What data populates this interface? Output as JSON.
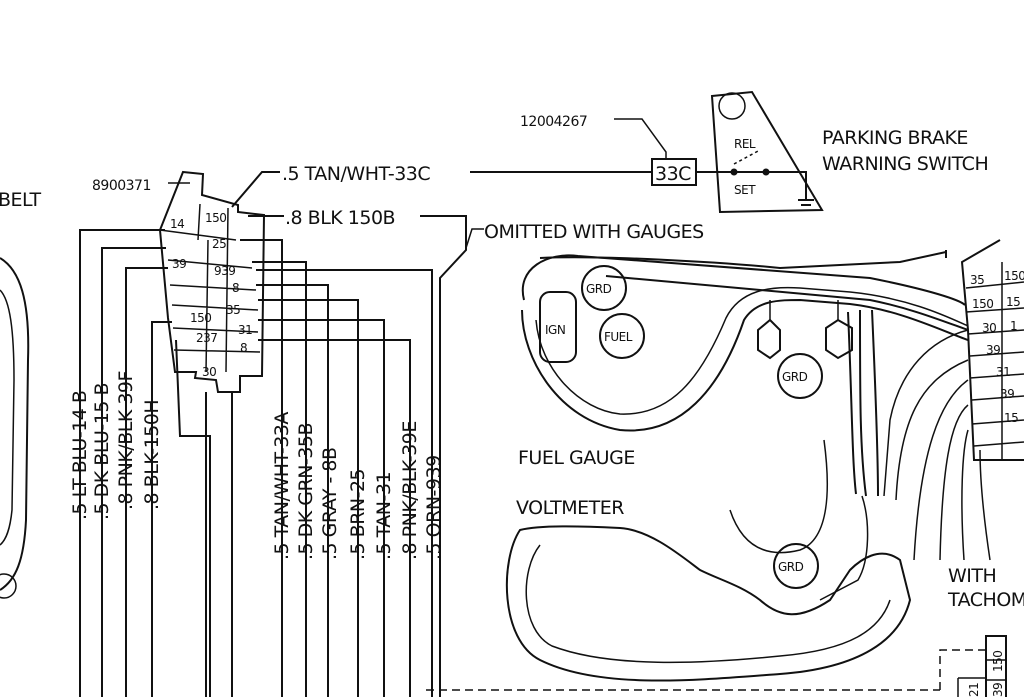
{
  "top_left_text": "BELT",
  "connector_part": "8900371",
  "switch_part": "12004267",
  "switch_title_line1": "PARKING BRAKE",
  "switch_title_line2": "WARNING SWITCH",
  "switch_rel": "REL",
  "switch_set": "SET",
  "terminal_33c": "33C",
  "wire_tan_wht_33c": ".5 TAN/WHT-33C",
  "wire_blk_150b": ".8 BLK 150B",
  "omitted_note": "OMITTED WITH GAUGES",
  "connector_cells": [
    "14",
    "150",
    "39",
    "25",
    "939",
    "8",
    "35",
    "150",
    "31",
    "237",
    "30",
    "8"
  ],
  "left_wires": [
    ".5 LT BLU-14 B",
    ".5 DK BLU-15 B",
    ".8 PNK/BLK 39F",
    ".8 BLK-150H"
  ],
  "right_wires": [
    ".5 TAN/WHT-33A",
    ".5 DK GRN-35B",
    ".5 GRAY - 8B",
    ".5 BRN-25",
    ".5 TAN-31",
    ".8 PNK/BLK-39E",
    ".5 ORN-939"
  ],
  "gauge_labels": {
    "grd": "GRD",
    "ign": "IGN",
    "fuel": "FUEL",
    "fuel_gauge": "FUEL GAUGE",
    "voltmeter": "VOLTMETER"
  },
  "right_connector_cells": [
    "35",
    "150",
    "150",
    "30",
    "39",
    "31",
    "39",
    "15"
  ],
  "right_connector_cells_b": [
    "15",
    "1"
  ],
  "bottom_right_cells": [
    "150",
    "39",
    "21"
  ],
  "with_tach_line1": "WITH",
  "with_tach_line2": "TACHOM"
}
